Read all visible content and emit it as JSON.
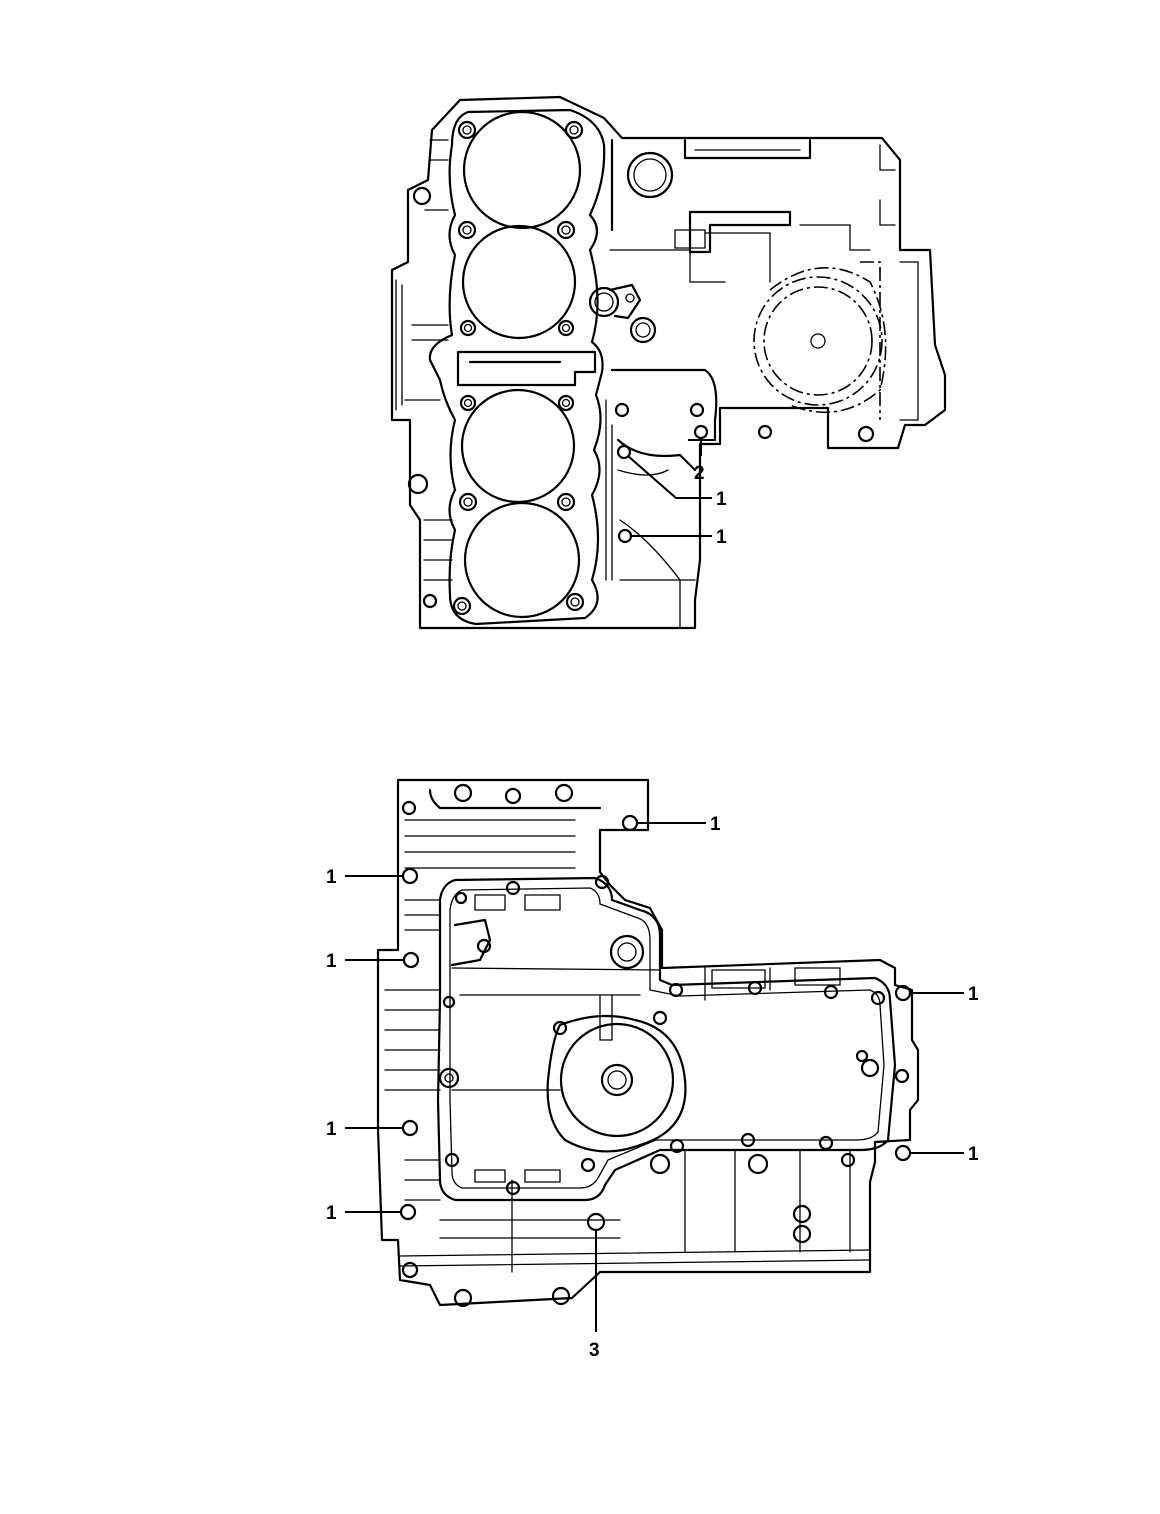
{
  "diagram": {
    "upper_view": {
      "callouts": [
        {
          "id": "u1",
          "label": "2"
        },
        {
          "id": "u2",
          "label": "1"
        },
        {
          "id": "u3",
          "label": "1"
        }
      ]
    },
    "lower_view": {
      "callouts": [
        {
          "id": "l1",
          "label": "1"
        },
        {
          "id": "l2",
          "label": "1"
        },
        {
          "id": "l3",
          "label": "1"
        },
        {
          "id": "l4",
          "label": "1"
        },
        {
          "id": "l5",
          "label": "1"
        },
        {
          "id": "l6",
          "label": "1"
        },
        {
          "id": "l7",
          "label": "1"
        },
        {
          "id": "l8",
          "label": "3"
        }
      ]
    }
  }
}
